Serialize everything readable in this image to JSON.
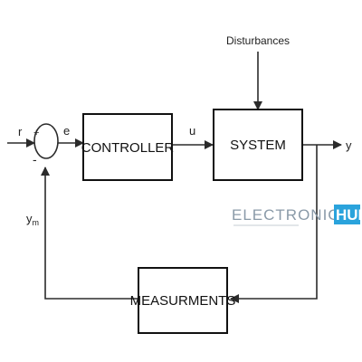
{
  "blocks": {
    "controller": "CONTROLLER",
    "system": "SYSTEM",
    "measurements": "MEASURMENTS"
  },
  "signals": {
    "reference": "r",
    "error": "e",
    "control": "u",
    "output": "y",
    "measured": "y",
    "measured_sub": "m",
    "disturbance": "Disturbances",
    "plus_sign": "+",
    "minus_sign": "-"
  },
  "watermark": {
    "left": "ELECTRONICS",
    "right": "HUB"
  },
  "colors": {
    "line": "#2b2b2b",
    "watermark_text": "#8a9aa8",
    "watermark_badge": "#2aa3dc"
  }
}
